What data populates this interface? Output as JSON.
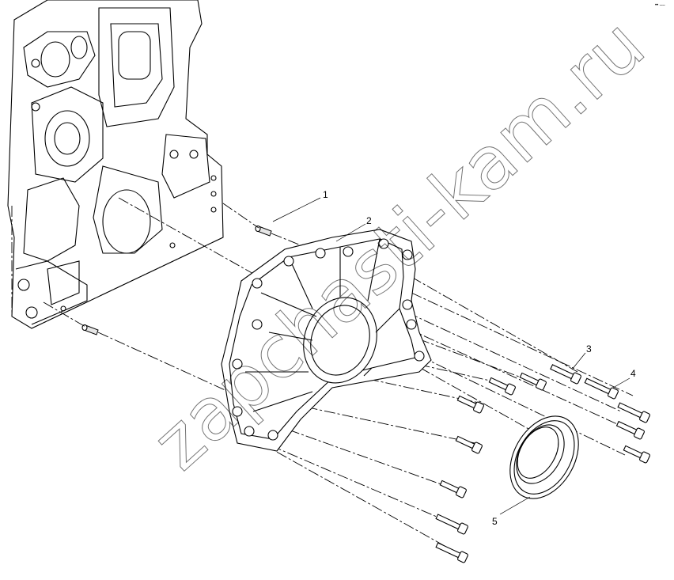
{
  "diagram": {
    "callouts": [
      {
        "id": "1",
        "label": "1"
      },
      {
        "id": "2",
        "label": "2"
      },
      {
        "id": "3",
        "label": "3"
      },
      {
        "id": "4",
        "label": "4"
      },
      {
        "id": "5",
        "label": "5"
      }
    ],
    "watermark": "zapchasti-kam.ru",
    "corner_mark": "•• ––"
  }
}
